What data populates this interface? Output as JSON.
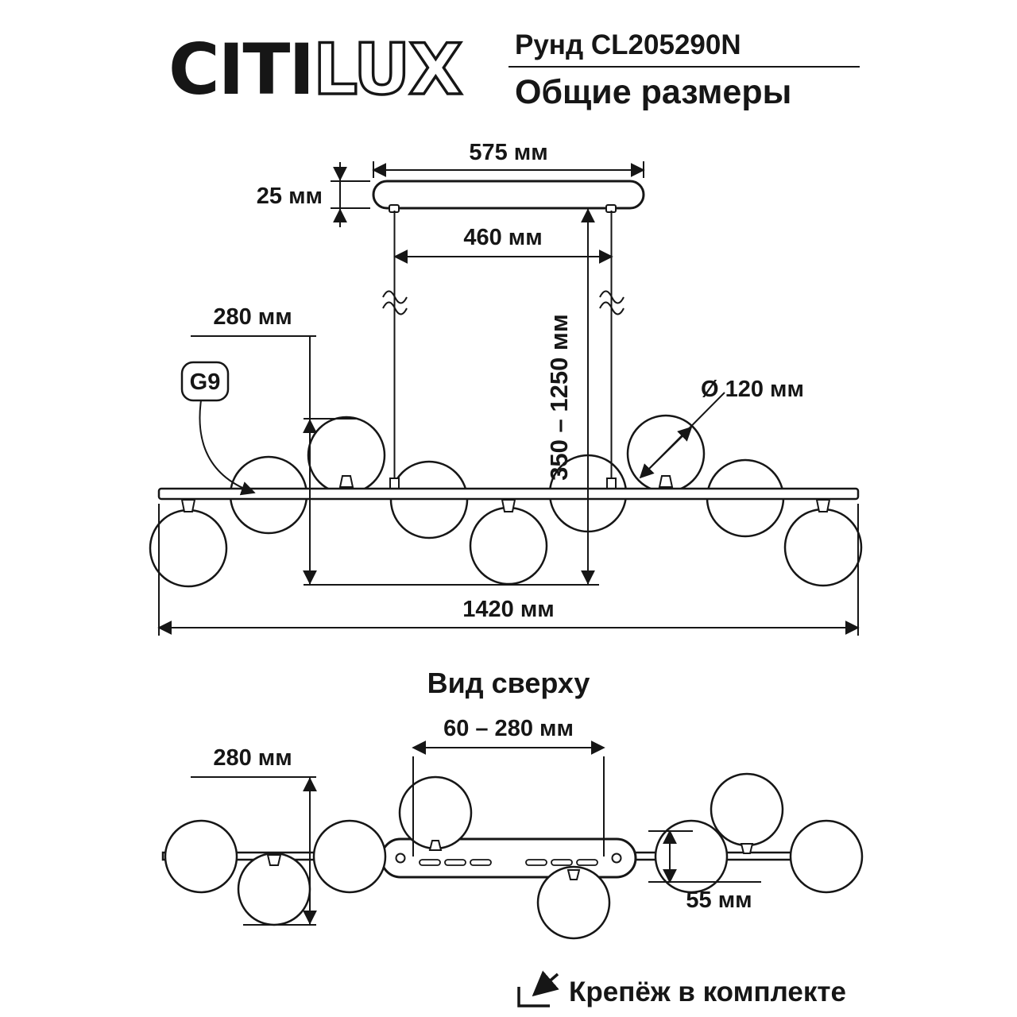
{
  "header": {
    "brand": {
      "solid": "CITI",
      "outline": "LUX"
    },
    "model": "Рунд CL205290N",
    "subtitle": "Общие размеры"
  },
  "front_view": {
    "socket_label": "G9",
    "dims": {
      "canopy_width": "575 мм",
      "canopy_height": "25 мм",
      "suspension_spacing": "460 мм",
      "height_range": "350 – 1250 мм",
      "globe_cluster_height": "280 мм",
      "globe_diameter": "Ø 120 мм",
      "total_length": "1420 мм"
    }
  },
  "top_view": {
    "title": "Вид сверху",
    "dims": {
      "slide_range": "60 – 280 мм",
      "globe_cluster_width": "280 мм",
      "globe_offset": "55 мм"
    }
  },
  "footer": {
    "note": "Крепёж в комплекте"
  },
  "colors": {
    "ink": "#161616",
    "background": "#ffffff"
  }
}
